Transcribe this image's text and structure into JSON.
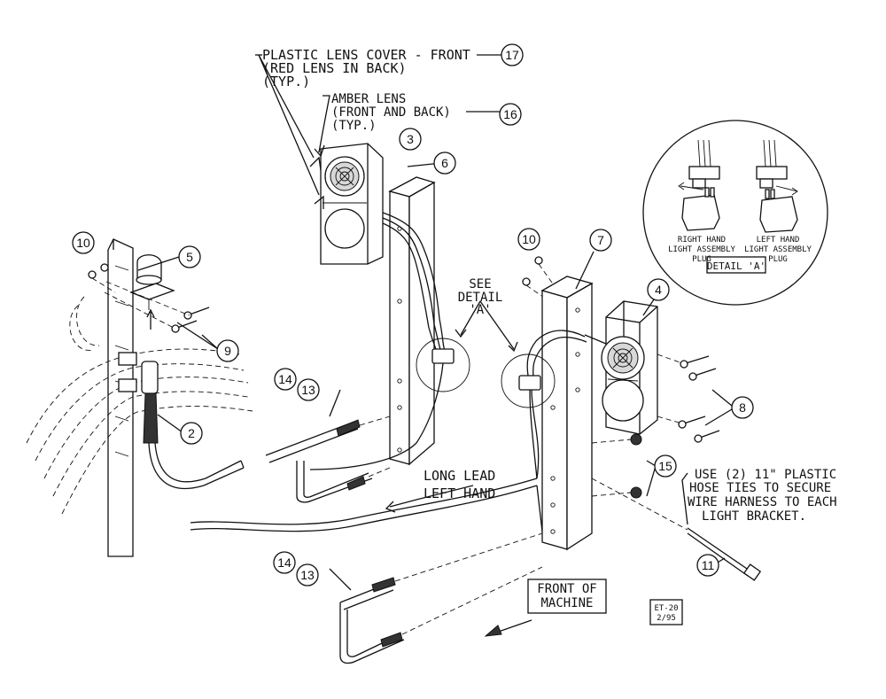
{
  "labels": {
    "plastic_lens_cover_1": "PLASTIC LENS COVER - FRONT",
    "plastic_lens_cover_2": "(RED LENS IN BACK)",
    "plastic_lens_cover_3": "(TYP.)",
    "amber_lens_1": "AMBER LENS",
    "amber_lens_2": "(FRONT AND BACK)",
    "amber_lens_3": "(TYP.)",
    "see_detail_1": "SEE",
    "see_detail_2": "DETAIL",
    "see_detail_3": "'A'",
    "long_lead_1": "LONG LEAD",
    "long_lead_2": "LEFT HAND",
    "hose_ties_1": "USE (2) 11\" PLASTIC",
    "hose_ties_2": "HOSE TIES TO SECURE",
    "hose_ties_3": "WIRE HARNESS TO EACH",
    "hose_ties_4": "LIGHT BRACKET.",
    "front_of_machine_1": "FRONT OF",
    "front_of_machine_2": "MACHINE",
    "drawing_code_1": "ET-20",
    "drawing_code_2": "2/95"
  },
  "detail": {
    "title": "DETAIL 'A'",
    "right_1": "RIGHT HAND",
    "right_2": "LIGHT ASSEMBLY",
    "right_3": "PLUG",
    "left_1": "LEFT HAND",
    "left_2": "LIGHT ASSEMBLY",
    "left_3": "PLUG"
  },
  "callouts": {
    "c17": "17",
    "c16": "16",
    "c3": "3",
    "c6": "6",
    "c10a": "10",
    "c5": "5",
    "c9": "9",
    "c2": "2",
    "c14a": "14",
    "c13a": "13",
    "c10b": "10",
    "c7": "7",
    "c4": "4",
    "c8": "8",
    "c15": "15",
    "c11": "11",
    "c14b": "14",
    "c13b": "13"
  }
}
